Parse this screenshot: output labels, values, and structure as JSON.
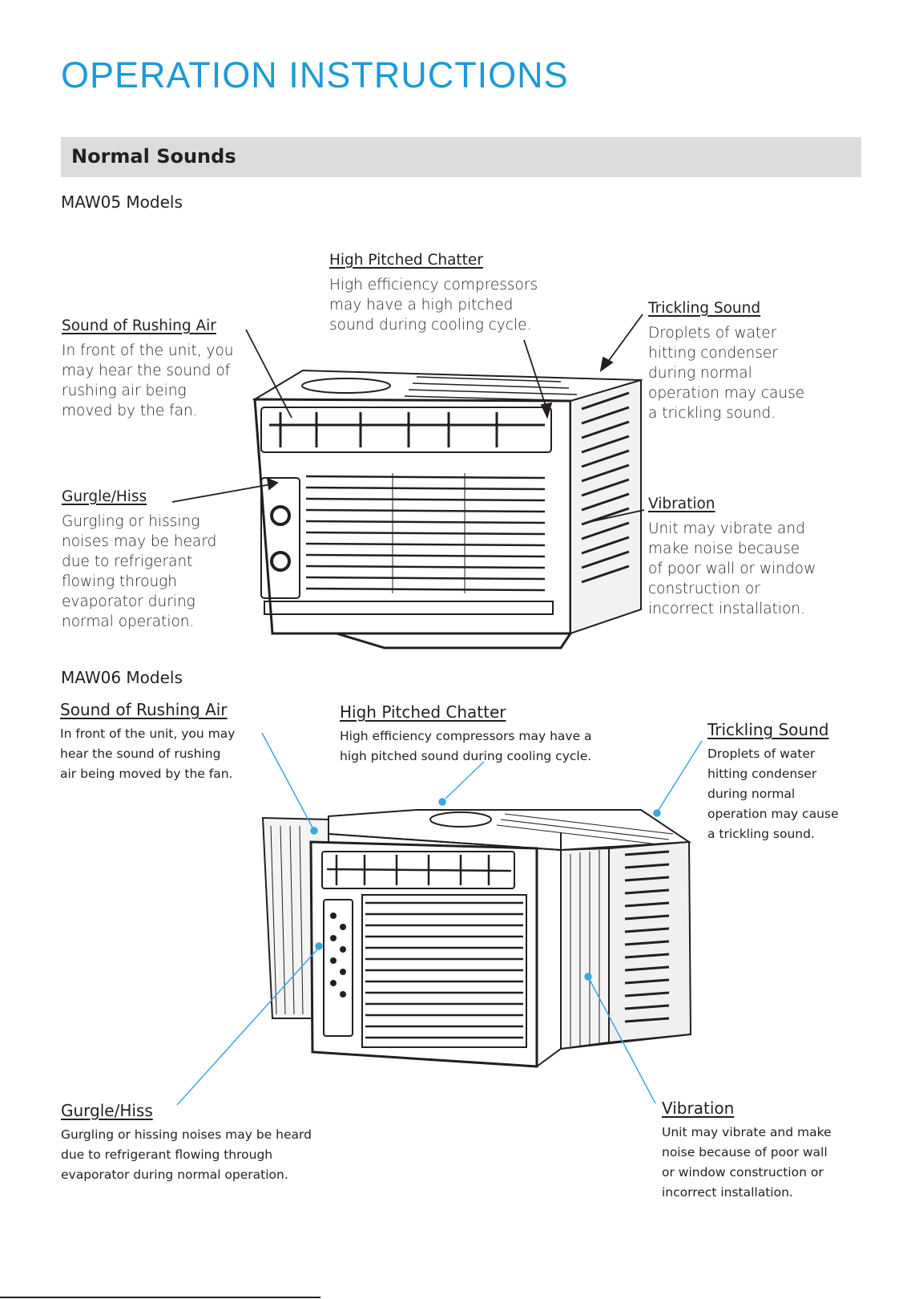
{
  "page": {
    "title": "OPERATION INSTRUCTIONS"
  },
  "section": {
    "heading": "Normal Sounds"
  },
  "models": [
    {
      "heading": "MAW05 Models",
      "callouts": {
        "rushing_air": {
          "label": "Sound of Rushing Air",
          "lines": [
            "In front of the unit, you",
            "may hear the sound of",
            "rushing air being",
            "moved by the fan."
          ]
        },
        "chatter": {
          "label": "High Pitched Chatter",
          "lines": [
            "High efficiency compressors",
            "may have a high pitched",
            "sound during cooling cycle."
          ]
        },
        "trickling": {
          "label": "Trickling Sound",
          "lines": [
            "Droplets of water",
            "hitting condenser",
            "during normal",
            "operation may cause",
            "a trickling sound."
          ]
        },
        "gurgle": {
          "label": "Gurgle/Hiss",
          "lines": [
            "Gurgling or hissing",
            "noises may be heard",
            "due to refrigerant",
            "flowing through",
            "evaporator during",
            "normal operation."
          ]
        },
        "vibration": {
          "label": "Vibration",
          "lines": [
            "Unit may vibrate and",
            "make noise because",
            "of poor wall or window",
            "construction or",
            "incorrect  installation."
          ]
        }
      }
    },
    {
      "heading": "MAW06 Models",
      "callouts": {
        "rushing_air": {
          "label": "Sound of Rushing Air",
          "lines": [
            "In front of the unit, you may",
            "hear the sound of rushing",
            "air being moved by the fan."
          ]
        },
        "chatter": {
          "label": "High Pitched Chatter",
          "lines": [
            "High efficiency compressors may have a",
            "high pitched sound during cooling cycle."
          ]
        },
        "trickling": {
          "label": "Trickling Sound",
          "lines": [
            "Droplets of water",
            "hitting condenser",
            "during normal",
            "operation may cause",
            "a trickling sound."
          ]
        },
        "gurgle": {
          "label": "Gurgle/Hiss",
          "lines": [
            "Gurgling or hissing noises may be heard",
            "due to refrigerant flowing through",
            "evaporator during normal operation."
          ]
        },
        "vibration": {
          "label": "Vibration",
          "lines": [
            "Unit may vibrate and make",
            "noise because of poor wall",
            "or window construction or",
            "incorrect installation."
          ]
        }
      }
    }
  ],
  "colors": {
    "title": "#1d9ad6",
    "section_bar": "#dcdcdd",
    "text": "#231f20",
    "leader_line_blue": "#3aa7dd"
  },
  "icons": [
    "window-air-conditioner-illustration",
    "control-knob-icon"
  ]
}
